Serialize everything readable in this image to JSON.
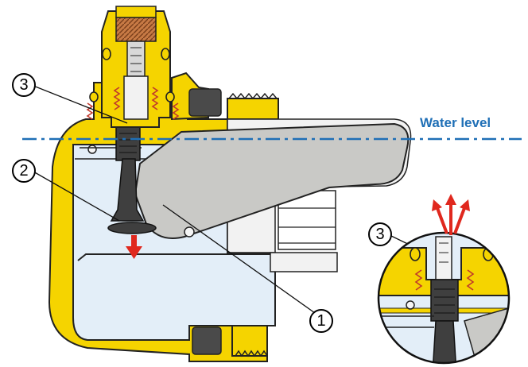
{
  "water_level_label": "Water level",
  "callouts": {
    "c3_main": "3",
    "c2": "2",
    "c1": "1",
    "c3_inset": "3"
  },
  "colors": {
    "housing_yellow": "#f5d400",
    "water_blue": "#e3eef8",
    "float_gray": "#c9c9c6",
    "stem_dark": "#4a4a4a",
    "copper": "#c77a45",
    "flow_red": "#e0281e",
    "water_line": "#1f6fb6"
  },
  "icons": [
    "flow-down-arrow",
    "air-release-arrows"
  ]
}
